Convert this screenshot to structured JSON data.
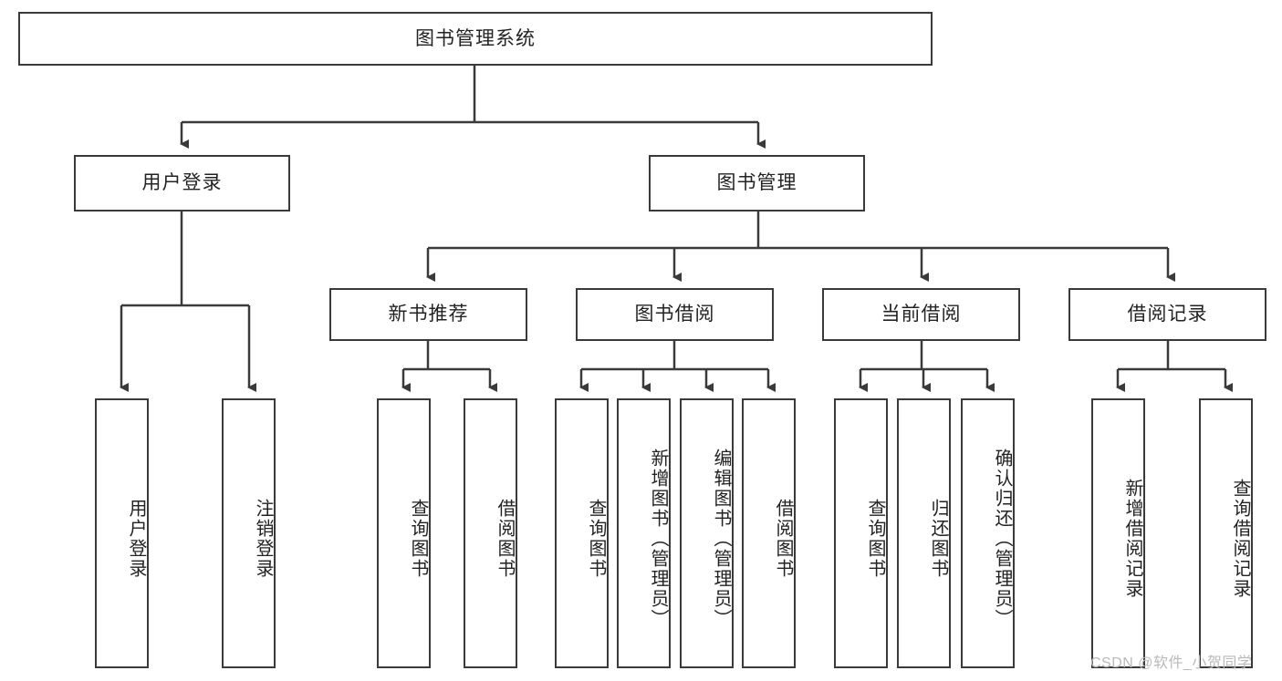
{
  "diagram": {
    "title": "图书管理系统",
    "type": "tree-hierarchy-chart",
    "watermark": "CSDN @软件_小贺同学",
    "colors": {
      "box_border": "#3a3a3a",
      "box_fill": "#ffffff",
      "connector": "#3a3a3a",
      "text": "#232323",
      "watermark": "#b9b9b9",
      "background": "#ffffff"
    },
    "root": {
      "label": "图书管理系统"
    },
    "level2": [
      {
        "label": "用户登录"
      },
      {
        "label": "图书管理"
      }
    ],
    "level3": [
      {
        "label": "新书推荐"
      },
      {
        "label": "图书借阅"
      },
      {
        "label": "当前借阅"
      },
      {
        "label": "借阅记录"
      }
    ],
    "leaves": {
      "user_login": [
        {
          "label": "用户登录"
        },
        {
          "label": "注销登录"
        }
      ],
      "new_book_recommend": [
        {
          "label": "查询图书"
        },
        {
          "label": "借阅图书"
        }
      ],
      "book_borrow": [
        {
          "label": "查询图书"
        },
        {
          "label": "新增图书（管理员）"
        },
        {
          "label": "编辑图书（管理员）"
        },
        {
          "label": "借阅图书"
        }
      ],
      "current_borrow": [
        {
          "label": "查询图书"
        },
        {
          "label": "归还图书"
        },
        {
          "label": "确认归还（管理员）"
        }
      ],
      "borrow_record": [
        {
          "label": "新增借阅记录"
        },
        {
          "label": "查询借阅记录"
        }
      ]
    }
  }
}
